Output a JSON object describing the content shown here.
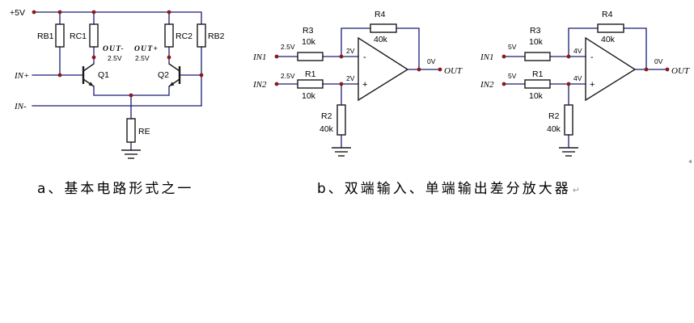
{
  "colors": {
    "background": "#ffffff",
    "wire": "#1b1b78",
    "component": "#1a1a1a",
    "junction": "#8b1a1a",
    "text": "#000000",
    "mark": "#9a9a9a"
  },
  "circuit_a": {
    "supply": "+5V",
    "rb1": "RB1",
    "rc1": "RC1",
    "rc2": "RC2",
    "rb2": "RB2",
    "out_minus": "OUT-",
    "out_plus": "OUT+",
    "v_out_minus": "2.5V",
    "v_out_plus": "2.5V",
    "q1": "Q1",
    "q2": "Q2",
    "in_plus": "IN+",
    "in_minus": "IN-",
    "re": "RE"
  },
  "circuit_b1": {
    "in1": "IN1",
    "v_in1": "2.5V",
    "r3": "R3",
    "r3_value": "10k",
    "r4": "R4",
    "r4_value": "40k",
    "v_inverting": "2V",
    "minus_sign": "-",
    "plus_sign": "+",
    "v_out": "0V",
    "out": "OUT",
    "in2": "IN2",
    "v_in2": "2.5V",
    "r1": "R1",
    "r1_value": "10k",
    "v_noninverting": "2V",
    "r2": "R2",
    "r2_value": "40k"
  },
  "circuit_b2": {
    "in1": "IN1",
    "v_in1": "5V",
    "r3": "R3",
    "r3_value": "10k",
    "r4": "R4",
    "r4_value": "40k",
    "v_inverting": "4V",
    "minus_sign": "-",
    "plus_sign": "+",
    "v_out": "0V",
    "out": "OUT",
    "in2": "IN2",
    "v_in2": "5V",
    "r1": "R1",
    "r1_value": "10k",
    "v_noninverting": "4V",
    "r2": "R2",
    "r2_value": "40k"
  },
  "captions": {
    "a": "a、基本电路形式之一",
    "b": "b、双端输入、单端输出差分放大器",
    "paragraph_mark": "↵"
  }
}
